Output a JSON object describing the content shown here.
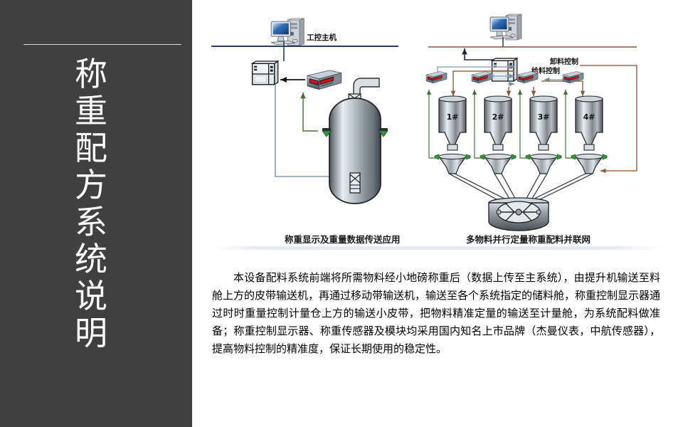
{
  "slide": {
    "title": "称重配方系统说明",
    "body": "本设备配料系统前端将所需物料经小地磅称重后（数据上传至主系统），由提升机输送至料舱上方的皮带输送机，再通过移动带输送机，输送至各个系统指定的储料舱，称重控制显示器通过时时重量控制计量仓上方的输送小皮带，把物料精准定量的输送至计量舱，为系统配料做准备；称重控制显示器、称重传感器及模块均采用国内知名上市品牌（杰曼仪表，中航传感器），提高物料控制的精准度，保证长期使用的稳定性。"
  },
  "figure": {
    "left_caption": "称重显示及重量数据传送应用",
    "right_caption": "多物料并行定量称重配料并联网",
    "left_diagram": {
      "host_label": "工控主机"
    },
    "right_diagram": {
      "discharge_control_label": "卸料控制",
      "feed_control_label": "给料控制",
      "silos": [
        "1#",
        "2#",
        "3#",
        "4#"
      ]
    }
  },
  "colors": {
    "panel_background": "#404040",
    "title_text": "#ffffff",
    "page_background": "#ffffff",
    "bus_line": "#2b3a5e",
    "signal_blue": "#8fa9bd",
    "control_brown": "#9c6b4a",
    "sensor_green": "#4d7a42",
    "metal_light": "#e8ecee",
    "metal_dark": "#4a5156",
    "led_red": "#c01820"
  }
}
